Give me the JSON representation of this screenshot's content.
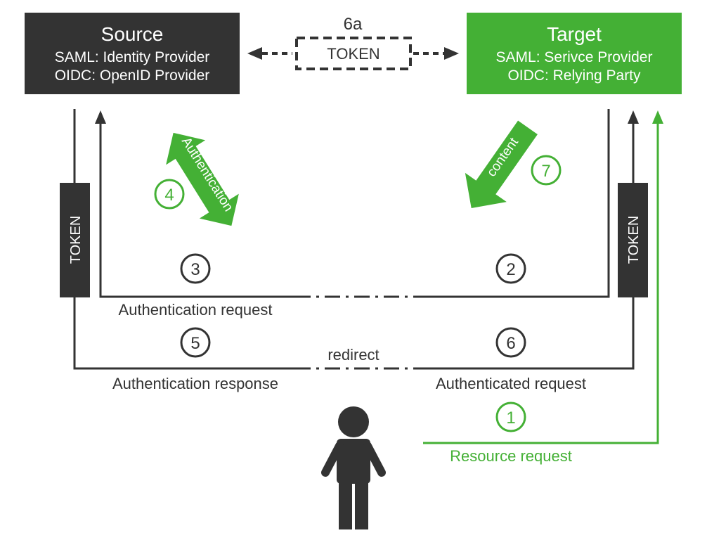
{
  "source_box": {
    "title": "Source",
    "line1": "SAML: Identity Provider",
    "line2": "OIDC: OpenID Provider"
  },
  "target_box": {
    "title": "Target",
    "line1": "SAML: Serivce Provider",
    "line2": "OIDC: Relying Party"
  },
  "step_6a": {
    "label": "6a",
    "token": "TOKEN"
  },
  "left_token": "TOKEN",
  "right_token": "TOKEN",
  "authentication_arrow": {
    "label": "Authentication",
    "step": "4"
  },
  "content_arrow": {
    "label": "content",
    "step": "7"
  },
  "steps": {
    "s1": "1",
    "s2": "2",
    "s3": "3",
    "s5": "5",
    "s6": "6"
  },
  "labels": {
    "authentication_request": "Authentication request",
    "authentication_response": "Authentication response",
    "redirect": "redirect",
    "authenticated_request": "Authenticated request",
    "resource_request": "Resource request"
  },
  "colors": {
    "dark": "#333333",
    "green": "#44b035",
    "white": "#ffffff"
  }
}
